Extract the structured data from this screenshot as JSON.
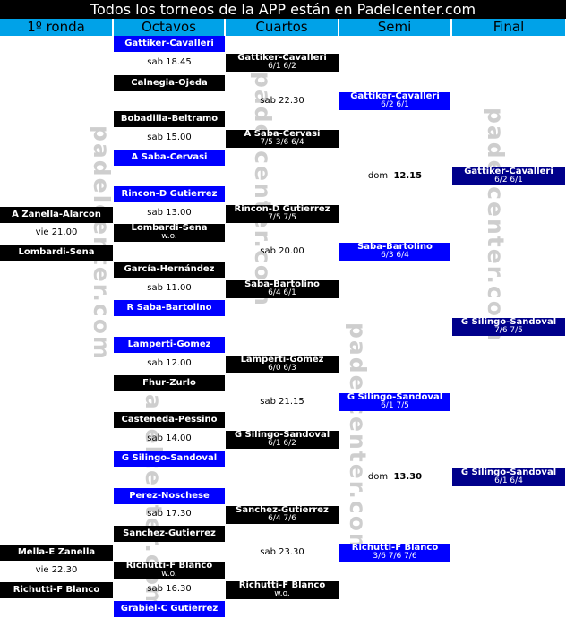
{
  "title": "Todos los torneos de la APP están en Padelcenter.com",
  "rounds": [
    "1º ronda",
    "Octavos",
    "Cuartos",
    "Semi",
    "Final"
  ],
  "watermark": "padelcenter.com",
  "colors": {
    "header_bg": "#00a2e8",
    "black": "#000000",
    "blue": "#0000ff",
    "navy": "#00008b"
  },
  "ronda1": {
    "m1_top": "A Zanella-Alarcon",
    "m1_time": "vie 21.00",
    "m1_bottom": "Lombardi-Sena",
    "m2_top": "Mella-E Zanella",
    "m2_time": "vie 22.30",
    "m2_bottom": "Richutti-F Blanco"
  },
  "octavos": [
    {
      "top": "Gattiker-Cavalleri",
      "time": "sab 18.45",
      "bottom": "Calnegia-Ojeda"
    },
    {
      "top": "Bobadilla-Beltramo",
      "time": "sab 15.00",
      "bottom": "A Saba-Cervasi"
    },
    {
      "top": "Rincon-D Gutierrez",
      "time": "sab 13.00",
      "bottom": "Lombardi-Sena",
      "bottom_score": "w.o."
    },
    {
      "top": "García-Hernández",
      "time": "sab 11.00",
      "bottom": "R Saba-Bartolino"
    },
    {
      "top": "Lamperti-Gomez",
      "time": "sab 12.00",
      "bottom": "Fhur-Zurlo"
    },
    {
      "top": "Casteneda-Pessino",
      "time": "sab 14.00",
      "bottom": "G Silingo-Sandoval"
    },
    {
      "top": "Perez-Noschese",
      "time": "sab 17.30",
      "bottom": "Sanchez-Gutierrez"
    },
    {
      "top": "Richutti-F Blanco",
      "top_score": "w.o.",
      "time": "sab 16.30",
      "bottom": "Grabiel-C Gutierrez"
    }
  ],
  "cuartos": [
    {
      "name": "Gattiker-Cavalleri",
      "score": "6/1 6/2"
    },
    {
      "time": "sab 22.30"
    },
    {
      "name": "A Saba-Cervasi",
      "score": "7/5 3/6 6/4"
    },
    {
      "name": "Rincon-D Gutierrez",
      "score": "7/5 7/5"
    },
    {
      "time": "sab 20.00"
    },
    {
      "name": "Saba-Bartolino",
      "score": "6/4 6/1"
    },
    {
      "name": "Lamperti-Gomez",
      "score": "6/0 6/3"
    },
    {
      "time": "sab 21.15"
    },
    {
      "name": "G Silingo-Sandoval",
      "score": "6/1 6/2"
    },
    {
      "name": "Sanchez-Gutierrez",
      "score": "6/4 7/6"
    },
    {
      "time": "sab 23.30"
    },
    {
      "name": "Richutti-F Blanco",
      "score": "w.o."
    }
  ],
  "semi": [
    {
      "name": "Gattiker-Cavalleri",
      "score": "6/2 6/1"
    },
    {
      "time_day": "dom",
      "time_hour": "12.15"
    },
    {
      "name": "Saba-Bartolino",
      "score": "6/3 6/4"
    },
    {
      "name": "G Silingo-Sandoval",
      "score": "6/1 7/5"
    },
    {
      "time_day": "dom",
      "time_hour": "13.30"
    },
    {
      "name": "Richutti-F Blanco",
      "score": "3/6 7/6 7/6"
    }
  ],
  "final": [
    {
      "name": "Gattiker-Cavalleri",
      "score": "6/2 6/1"
    },
    {
      "name": "G Silingo-Sandoval",
      "score": "7/6 7/5"
    },
    {
      "name": "G Silingo-Sandoval",
      "score": "6/1 6/4"
    }
  ]
}
